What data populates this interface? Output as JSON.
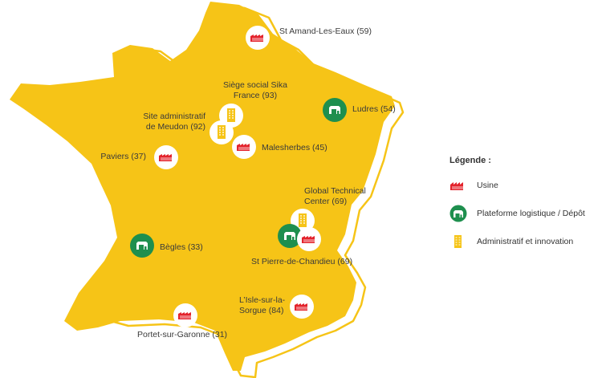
{
  "colors": {
    "map_fill": "#F6C417",
    "map_outline": "#F6C417",
    "usine": "#E3232C",
    "logistique": "#1E8F4E",
    "admin": "#F6C417"
  },
  "sites": [
    {
      "id": "st-amand",
      "label": "St Amand-Les-Eaux (59)",
      "icon": "factory-icon",
      "type": "usine"
    },
    {
      "id": "siege-sika",
      "label": "Siège social Sika France (93)",
      "line1": "Siège social Sika",
      "line2": "France (93)",
      "icon": "building-icon",
      "type": "admin"
    },
    {
      "id": "site-meudon",
      "label": "Site administratif de Meudon (92)",
      "line1": "Site administratif",
      "line2": "de Meudon (92)",
      "icon": "building-icon",
      "type": "admin"
    },
    {
      "id": "malesherbes",
      "label": "Malesherbes (45)",
      "icon": "factory-icon",
      "type": "usine"
    },
    {
      "id": "ludres",
      "label": "Ludres (54)",
      "icon": "warehouse-icon",
      "type": "logistique"
    },
    {
      "id": "paviers",
      "label": "Paviers (37)",
      "icon": "factory-icon",
      "type": "usine"
    },
    {
      "id": "global-technical",
      "label": "Global Technical Center (69)",
      "line1": "Global Technical",
      "line2": "Center (69)",
      "icon": "building-icon",
      "type": "admin"
    },
    {
      "id": "st-pierre-warehouse",
      "label": "",
      "icon": "warehouse-icon",
      "type": "logistique"
    },
    {
      "id": "st-pierre",
      "label": "St Pierre-de-Chandieu (69)",
      "icon": "factory-icon",
      "type": "usine"
    },
    {
      "id": "begles",
      "label": "Bègles (33)",
      "icon": "warehouse-icon",
      "type": "logistique"
    },
    {
      "id": "isle-sur-la-sorgue",
      "label": "L’Isle-sur-la-Sorgue (84)",
      "line1": "L’Isle-sur-la-",
      "line2": "Sorgue (84)",
      "icon": "factory-icon",
      "type": "usine"
    },
    {
      "id": "portet",
      "label": "Portet-sur-Garonne (31)",
      "icon": "factory-icon",
      "type": "usine"
    }
  ],
  "legend": {
    "title": "Légende :",
    "items": [
      {
        "label": "Usine",
        "icon": "factory-icon"
      },
      {
        "label": "Plateforme logistique / Dépôt",
        "icon": "warehouse-icon"
      },
      {
        "label": "Administratif et innovation",
        "icon": "building-icon"
      }
    ]
  }
}
